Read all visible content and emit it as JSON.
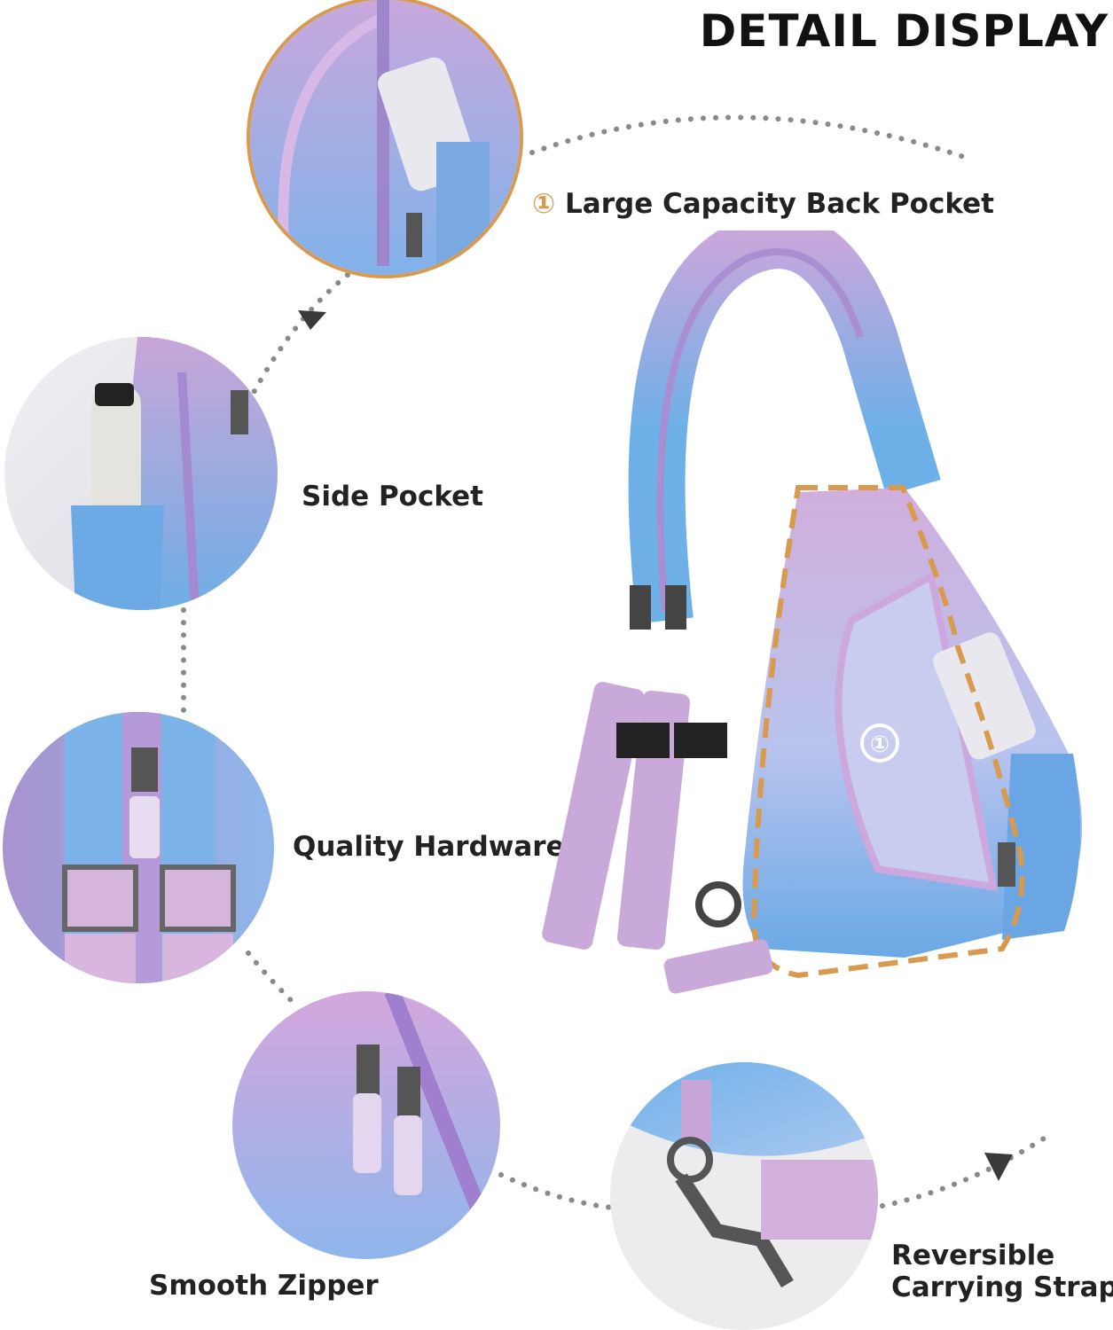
{
  "header": {
    "title": "DETAIL DISPLAY"
  },
  "features": [
    {
      "number": "①",
      "label": "Large Capacity Back Pocket"
    },
    {
      "label": "Side Pocket"
    },
    {
      "label": "Quality Hardware"
    },
    {
      "label": "Smooth Zipper"
    },
    {
      "label": "Reversible",
      "label_line2": "Carrying Strap"
    }
  ],
  "product": {
    "pocket_marker": "①"
  },
  "colors": {
    "lavender": "#c9a6d6",
    "sky_blue": "#6faee6",
    "accent_orange": "#d89a4e",
    "dots": "#8a8a8a"
  }
}
